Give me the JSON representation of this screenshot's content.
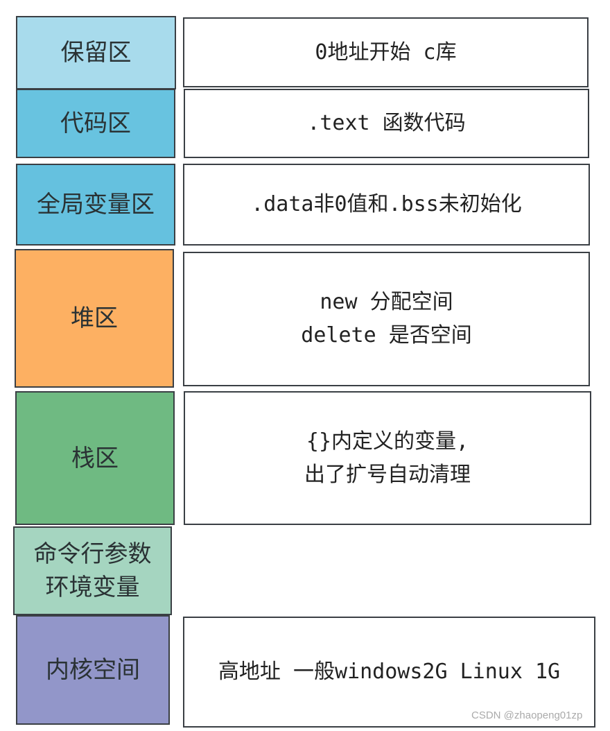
{
  "segments": [
    {
      "label": "保留区",
      "description": "0地址开始 c库",
      "color": "#a8dbec"
    },
    {
      "label": "代码区",
      "description": ".text 函数代码",
      "color": "#68c3e0"
    },
    {
      "label": "全局变量区",
      "description": ".data非0值和.bss未初始化",
      "color": "#65c1df"
    },
    {
      "label": "堆区",
      "description": "new 分配空间\ndelete 是否空间",
      "color": "#fdb062"
    },
    {
      "label": "栈区",
      "description": "{}内定义的变量,\n出了扩号自动清理",
      "color": "#6fba82"
    },
    {
      "label": "命令行参数\n环境变量",
      "description": "",
      "color": "#a5d5c0"
    },
    {
      "label": "内核空间",
      "description": "高地址 一般windows2G Linux 1G",
      "color": "#9296c9"
    }
  ],
  "watermark": "CSDN @zhaopeng01zp"
}
